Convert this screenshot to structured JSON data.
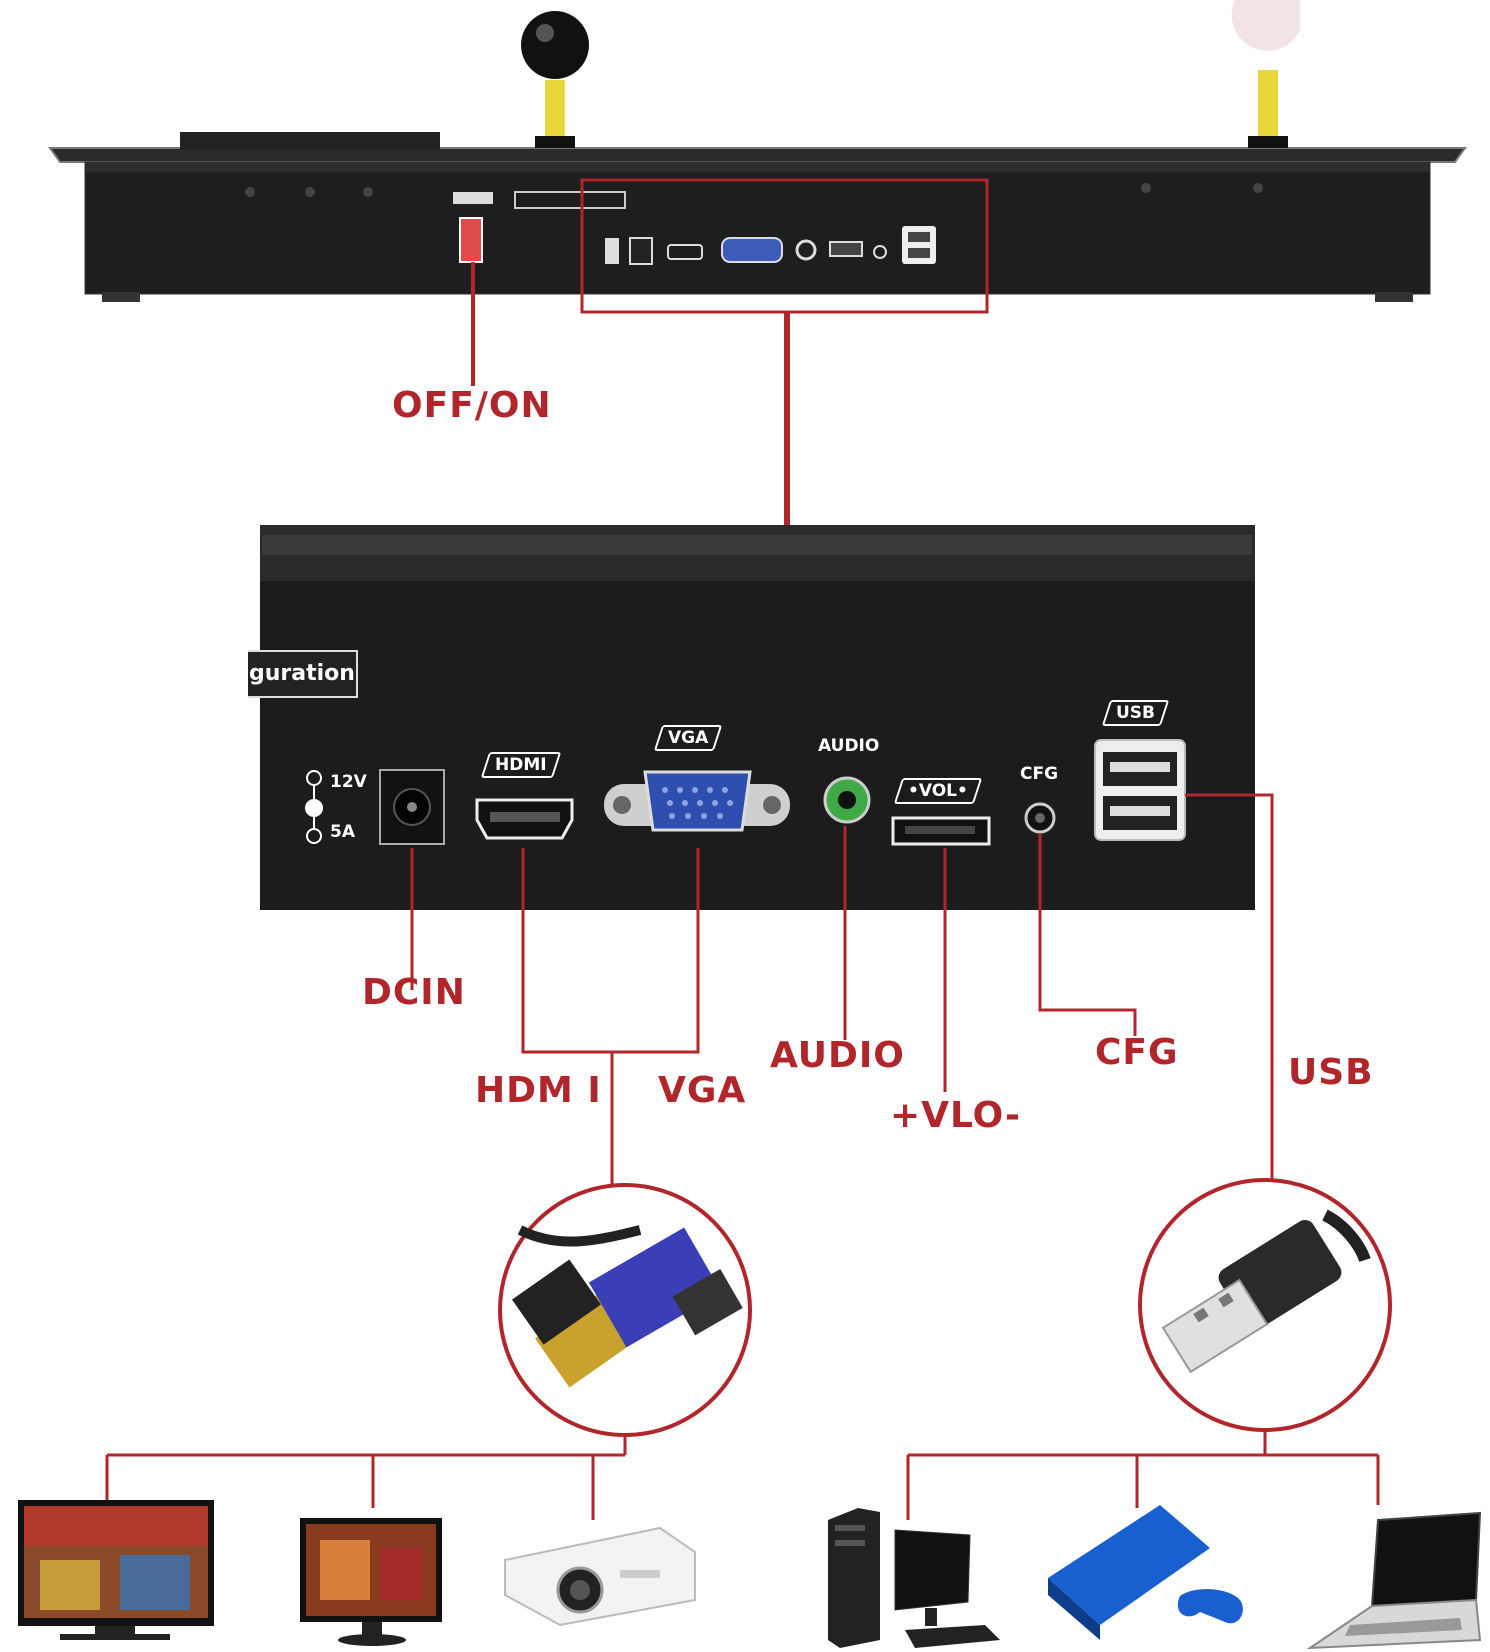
{
  "labels": {
    "off_on": "OFF/ON",
    "dcin": "DCIN",
    "hdmi": "HDM I",
    "vga": "VGA",
    "audio": "AUDIO",
    "vol": "+VLO-",
    "cfg": "CFG",
    "usb": "USB"
  },
  "panel_text": {
    "config_badge": "guration",
    "power_12v": "12V",
    "power_5a": "5A",
    "hdmi": "HDMI",
    "vga": "VGA",
    "audio": "AUDIO",
    "vol": "•VOL•",
    "cfg": "CFG",
    "usb": "USB"
  },
  "colors": {
    "connector_line": "#b0262b",
    "label_text": "#b0262b",
    "panel": "#1c1c1c",
    "vga_blue": "#2f4fb0",
    "audio_green": "#3daa45"
  },
  "icons": [
    "joystick-left",
    "joystick-right",
    "power-switch",
    "hdmi-vga-cables",
    "usb-plug",
    "tv",
    "monitor",
    "projector",
    "desktop-pc",
    "game-console",
    "laptop"
  ]
}
